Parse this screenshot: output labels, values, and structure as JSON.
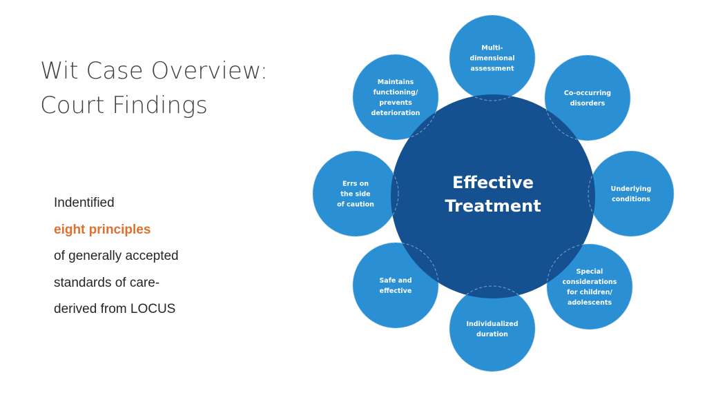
{
  "slide": {
    "title_lines": [
      "Wit Case Overview:",
      "Court Findings"
    ],
    "body": {
      "line1": "Indentified",
      "line2_highlight": "eight principles",
      "line3": "of generally accepted",
      "line4": "standards of care-",
      "line5": "derived from LOCUS"
    },
    "colors": {
      "highlight": "#e0702d",
      "petal": "#2a8fd3",
      "center": "#155191"
    }
  },
  "diagram": {
    "center_lines": [
      "Effective",
      "Treatment"
    ],
    "nodes": [
      {
        "lines": [
          "Multi-",
          "dimensional",
          "assessment"
        ]
      },
      {
        "lines": [
          "Co-occurring",
          "disorders"
        ]
      },
      {
        "lines": [
          "Underlying",
          "conditions"
        ]
      },
      {
        "lines": [
          "Special",
          "considerations",
          "for children/",
          "adolescents"
        ]
      },
      {
        "lines": [
          "Individualized",
          "duration"
        ]
      },
      {
        "lines": [
          "Safe and",
          "effective"
        ]
      },
      {
        "lines": [
          "Errs on",
          "the side",
          "of caution"
        ]
      },
      {
        "lines": [
          "Maintains",
          "functioning/",
          "prevents",
          "deterioration"
        ]
      }
    ]
  }
}
